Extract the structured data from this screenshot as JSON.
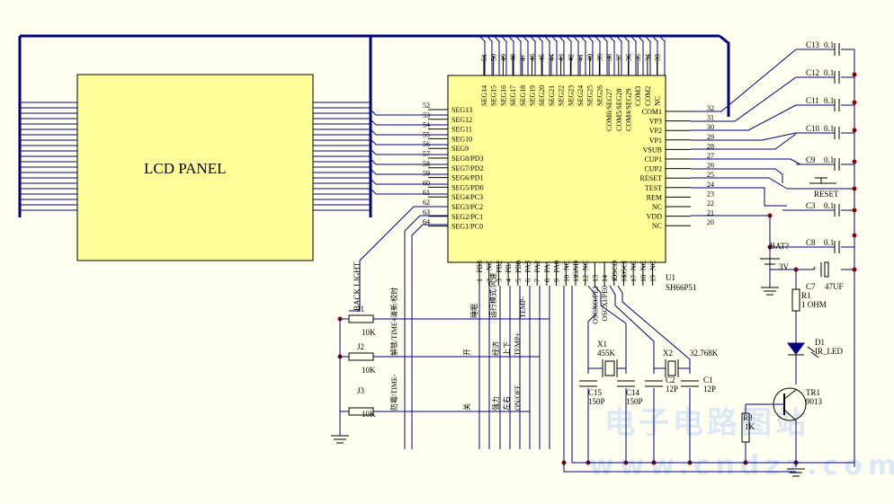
{
  "colors": {
    "wire": "#000080",
    "component": "#000000",
    "junction": "#8b0000",
    "panel": "#ffff99",
    "watermark": "#dde8f6"
  },
  "lcd": {
    "label": "LCD PANEL"
  },
  "chip": {
    "designator": "U1",
    "part": "SH66P51",
    "top_pins": [
      {
        "num": "51",
        "name": "SEG14"
      },
      {
        "num": "50",
        "name": "SEG15"
      },
      {
        "num": "49",
        "name": "SEG16"
      },
      {
        "num": "48",
        "name": "SEG17"
      },
      {
        "num": "47",
        "name": "SEG18"
      },
      {
        "num": "46",
        "name": "SEG19"
      },
      {
        "num": "45",
        "name": "SEG20"
      },
      {
        "num": "44",
        "name": "SEG21"
      },
      {
        "num": "43",
        "name": "SEG22"
      },
      {
        "num": "42",
        "name": "SEG23"
      },
      {
        "num": "41",
        "name": "SEG24"
      },
      {
        "num": "40",
        "name": "SEG25"
      },
      {
        "num": "39",
        "name": "SEG26"
      },
      {
        "num": "38",
        "name": "COM6/SEG27"
      },
      {
        "num": "37",
        "name": "COM5/SEG28"
      },
      {
        "num": "36",
        "name": "COM4/SEG29"
      },
      {
        "num": "35",
        "name": "COM3"
      },
      {
        "num": "34",
        "name": "COM2"
      },
      {
        "num": "33",
        "name": "NC"
      }
    ],
    "left_pins": [
      {
        "num": "52",
        "name": "SEG13"
      },
      {
        "num": "53",
        "name": "SEG12"
      },
      {
        "num": "54",
        "name": "SEG11"
      },
      {
        "num": "55",
        "name": "SEG10"
      },
      {
        "num": "56",
        "name": "SEG9"
      },
      {
        "num": "57",
        "name": "SEG8/PD3"
      },
      {
        "num": "58",
        "name": "SEG7/PD2"
      },
      {
        "num": "59",
        "name": "SEG6/PD1"
      },
      {
        "num": "60",
        "name": "SEG5/PD0"
      },
      {
        "num": "61",
        "name": "SEG4/PC3"
      },
      {
        "num": "62",
        "name": "SEG3/PC2"
      },
      {
        "num": "63",
        "name": "SEG2/PC1"
      },
      {
        "num": "64",
        "name": "SEG1/PC0"
      }
    ],
    "right_pins": [
      {
        "num": "32",
        "name": "COM1"
      },
      {
        "num": "31",
        "name": "VP3"
      },
      {
        "num": "30",
        "name": "VP2"
      },
      {
        "num": "29",
        "name": "VP1"
      },
      {
        "num": "28",
        "name": "VSUB"
      },
      {
        "num": "27",
        "name": "CUP1"
      },
      {
        "num": "26",
        "name": "CUP2"
      },
      {
        "num": "25",
        "name": "RESET"
      },
      {
        "num": "24",
        "name": "TEST"
      },
      {
        "num": "23",
        "name": "REM"
      },
      {
        "num": "22",
        "name": "NC"
      },
      {
        "num": "21",
        "name": "VDD"
      },
      {
        "num": "20",
        "name": "NC"
      }
    ],
    "bottom_pins": [
      {
        "num": "1",
        "name": "PB3"
      },
      {
        "num": "2",
        "name": "NC"
      },
      {
        "num": "3",
        "name": "PB2"
      },
      {
        "num": "4",
        "name": "PB1"
      },
      {
        "num": "5",
        "name": "PB0"
      },
      {
        "num": "6",
        "name": "PA3"
      },
      {
        "num": "7",
        "name": "PA2"
      },
      {
        "num": "8",
        "name": "PA1"
      },
      {
        "num": "9",
        "name": "PA0"
      },
      {
        "num": "10",
        "name": "NC"
      },
      {
        "num": "11",
        "name": "GND"
      },
      {
        "num": "12",
        "name": "NC"
      },
      {
        "num": "13",
        "name": "OSCXO/PE1"
      },
      {
        "num": "14",
        "name": "OSCXI/PE0"
      },
      {
        "num": "15",
        "name": "OSCO"
      },
      {
        "num": "16",
        "name": "OSCI"
      },
      {
        "num": "17",
        "name": "NC"
      },
      {
        "num": "18",
        "name": "NC"
      },
      {
        "num": "19",
        "name": "NC"
      }
    ]
  },
  "caps": [
    {
      "ref": "C13",
      "val": "0.1"
    },
    {
      "ref": "C12",
      "val": "0.1"
    },
    {
      "ref": "C11",
      "val": "0.1"
    },
    {
      "ref": "C10",
      "val": "0.1"
    },
    {
      "ref": "C9",
      "val": "0.1"
    },
    {
      "ref": "C3",
      "val": "0.1"
    },
    {
      "ref": "C8",
      "val": "0.1"
    }
  ],
  "reset_label": "RESET",
  "battery": {
    "ref": "BAT?",
    "val": "3V"
  },
  "c7": {
    "ref": "C7",
    "val": "47UF",
    "plus": "+"
  },
  "r1": {
    "ref": "R1",
    "val": "1 OHM"
  },
  "d1": {
    "ref": "D1",
    "val": "IR_LED"
  },
  "tr1": {
    "ref": "TR1",
    "val": "9013"
  },
  "r3": {
    "ref": "R3",
    "val": "1K"
  },
  "x1": {
    "ref": "X1",
    "val": "455K"
  },
  "x2": {
    "ref": "X2",
    "val": "32.768K"
  },
  "osc_caps": [
    {
      "ref": "C15",
      "val": "150P"
    },
    {
      "ref": "C14",
      "val": "150P"
    },
    {
      "ref": "C2",
      "val": "12P"
    },
    {
      "ref": "C1",
      "val": "12P"
    }
  ],
  "back_light": "BACK LIGHT",
  "pots": [
    {
      "ref": "J1",
      "val": "10K"
    },
    {
      "ref": "J2",
      "val": "10K"
    },
    {
      "ref": "J3",
      "val": "10K"
    }
  ],
  "bottom_labels": {
    "r1": [
      "清新/校时",
      "睡眠",
      "运行模式/风速",
      "TEMP-"
    ],
    "r2": [
      "解锁/TIME+",
      "开",
      "经济",
      "上下",
      "TEMP+"
    ],
    "r3": [
      "防霉/TIME-",
      "关",
      "强力",
      "左右",
      "ON/OFF"
    ]
  },
  "watermark": {
    "cn": "电子电路图站",
    "url": "www.cndzz.com"
  }
}
